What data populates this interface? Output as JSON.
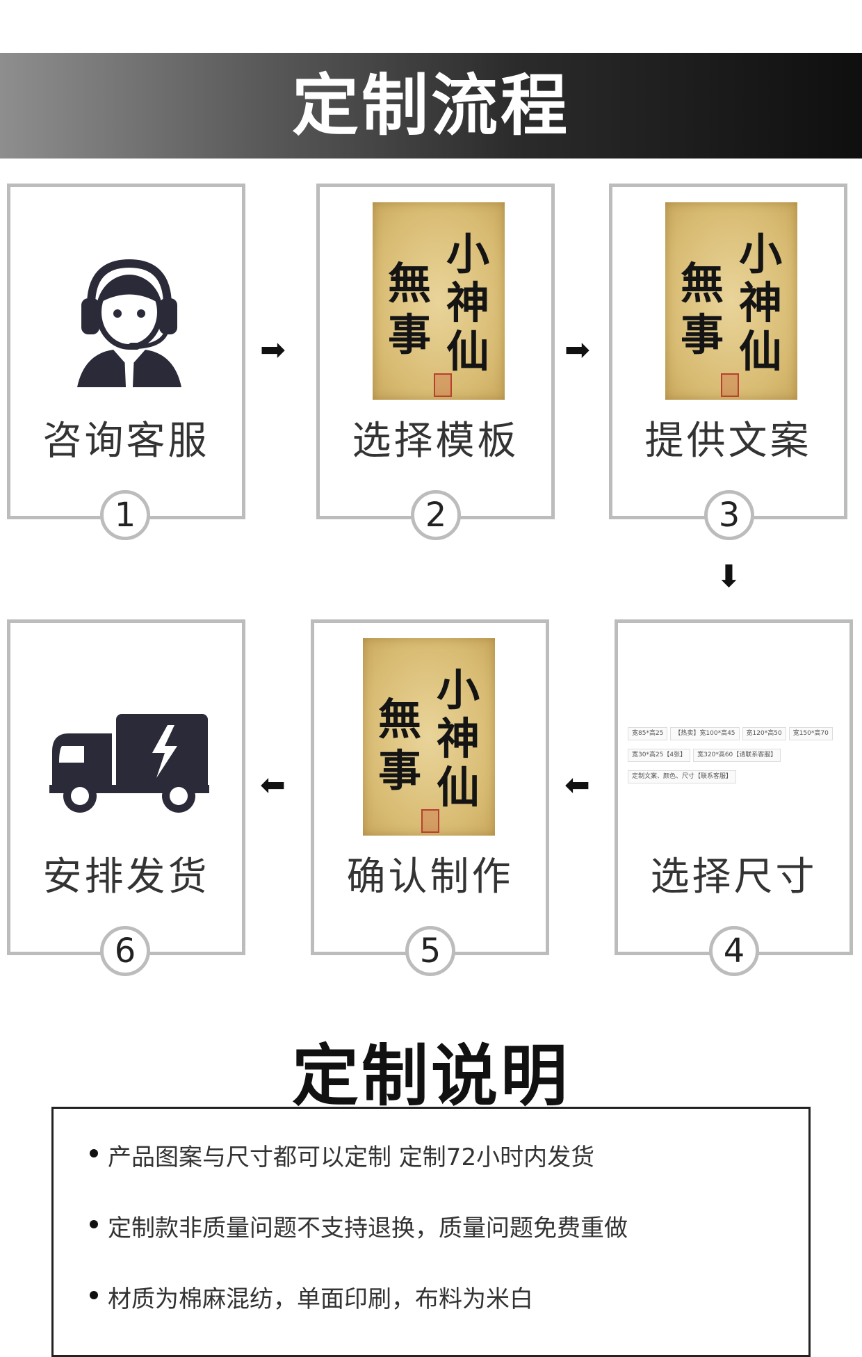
{
  "header": {
    "title": "定制流程"
  },
  "steps": [
    {
      "num": "1",
      "label": "咨询客服",
      "icon": "customer-service-headset-icon"
    },
    {
      "num": "2",
      "label": "选择模板"
    },
    {
      "num": "3",
      "label": "提供文案"
    },
    {
      "num": "4",
      "label": "选择尺寸"
    },
    {
      "num": "5",
      "label": "确认制作"
    },
    {
      "num": "6",
      "label": "安排发货",
      "icon": "delivery-truck-icon"
    }
  ],
  "template_art": {
    "line_left": "無事",
    "line_right": "小神仙"
  },
  "size_table": [
    [
      "宽85*高25",
      "【热卖】宽100*高45",
      "宽120*高50",
      "宽150*高70"
    ],
    [
      "宽30*高25【4张】",
      "宽320*高60【请联系客服】"
    ],
    [
      "定制文案、颜色、尺寸【联系客服】"
    ]
  ],
  "arrows": {
    "right": "➡",
    "down": "⬇",
    "left": "⬅"
  },
  "notes": {
    "title": "定制说明",
    "items": [
      "产品图案与尺寸都可以定制 定制72小时内发货",
      "定制款非质量问题不支持退换，质量问题免费重做",
      "材质为棉麻混纺，单面印刷，布料为米白"
    ]
  }
}
